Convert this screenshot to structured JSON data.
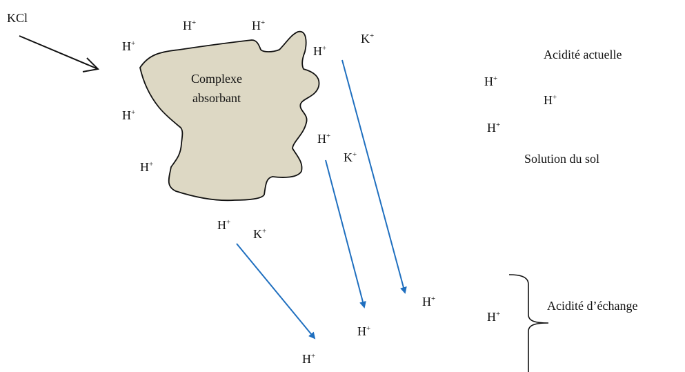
{
  "diagram": {
    "reagent": "KCl",
    "complex_line1": "Complexe",
    "complex_line2": "absorbant",
    "actual_acidity": "Acidité actuelle",
    "soil_solution": "Solution du sol",
    "exchange_acidity": "Acidité d’échange",
    "hydrogen_base": "H",
    "potassium_base": "K",
    "ion_charge": "+"
  },
  "colors": {
    "complex_fill": "#ddd8c4",
    "complex_stroke": "#111111",
    "exchange_arrow": "#1f6fbf",
    "kcl_arrow": "#111111"
  }
}
